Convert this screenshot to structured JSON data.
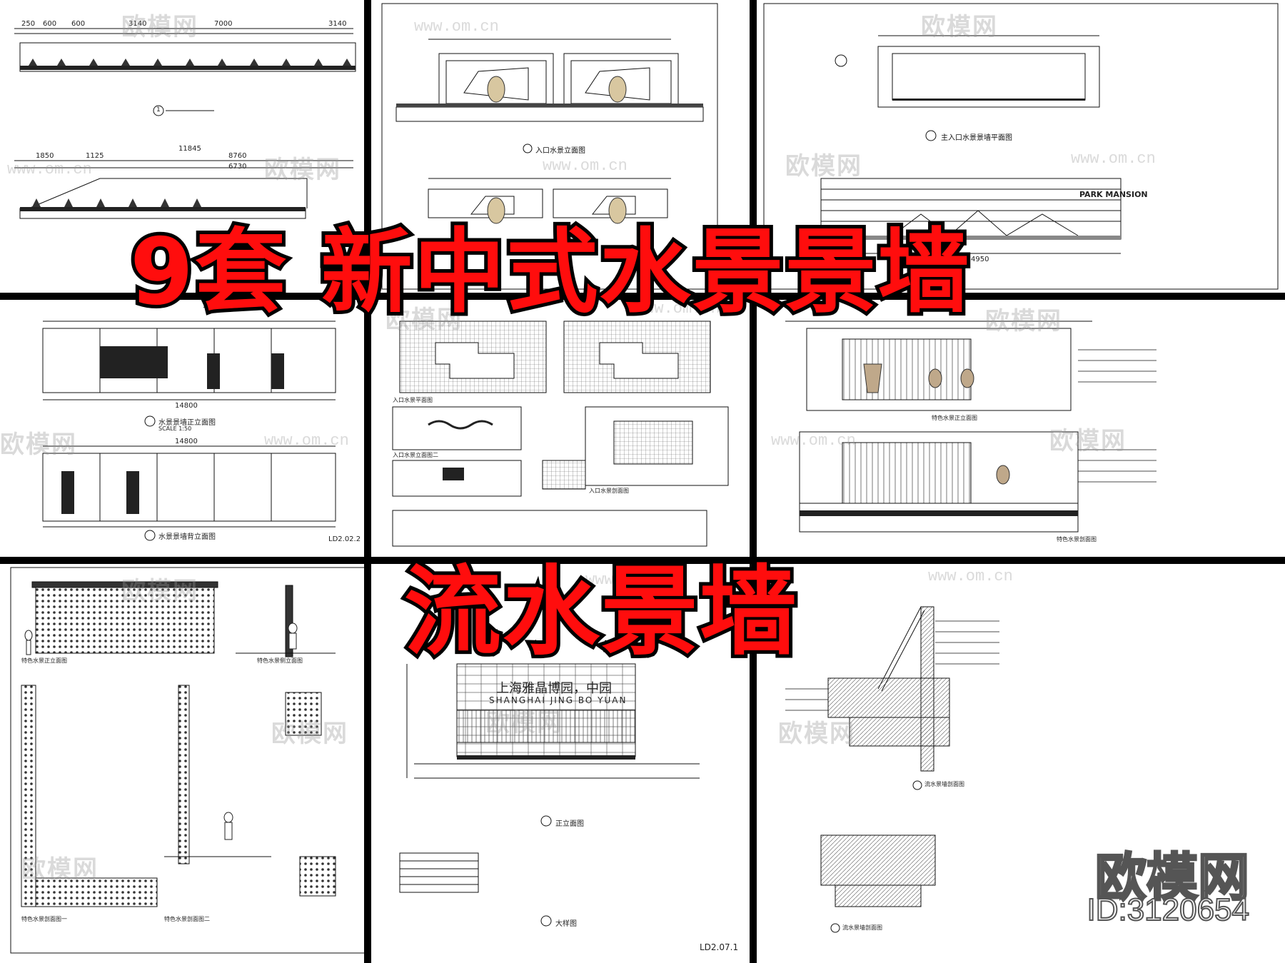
{
  "headline": {
    "main": "9套 新中式水景景墙",
    "sub": "流水景墙"
  },
  "watermark": {
    "logo_text": "欧模网",
    "url": "www.om.cn"
  },
  "brand": {
    "name": "欧模网",
    "id": "ID:3120654"
  },
  "panels": {
    "p1": {
      "title": "1",
      "dims_top": [
        "250",
        "600",
        "600",
        "3140",
        "7000",
        "3140"
      ],
      "dims_mid": [
        "1850",
        "1125",
        "11845",
        "8760",
        "6730"
      ]
    },
    "p2": {
      "title": "入口水景立面图",
      "title_b": "入口水景立面图"
    },
    "p3": {
      "title": "主入口水景景墙平面图",
      "sign": "PARK MANSION",
      "dim": "4950"
    },
    "p4": {
      "title_a": "水景景墙正立面图",
      "title_b": "水景景墙背立面图",
      "scale": "SCALE 1:50",
      "sheet": "LD2.02.2",
      "dim_a": "14800",
      "dim_b": "14800"
    },
    "p5": {
      "title_a": "入口水景平面图",
      "title_b": "入口水景立面图二",
      "title_c": "入口水景剖面图"
    },
    "p6": {
      "title_a": "特色水景正立面图",
      "title_b": "特色水景剖面图"
    },
    "p7": {
      "title_a": "特色水景正立面图",
      "title_b": "特色水景侧立面图",
      "title_c": "特色水景剖面图一",
      "title_d": "特色水景剖面图二"
    },
    "p8": {
      "sign_cn": "上海雅晶博园，中园",
      "sign_en": "SHANGHAI JING BO YUAN",
      "title_a": "正立面图",
      "title_b": "大样图",
      "sheet": "LD2.07.1"
    },
    "p9": {
      "title_a": "流水景墙剖面图",
      "title_b": "流水景墙剖面图"
    }
  }
}
